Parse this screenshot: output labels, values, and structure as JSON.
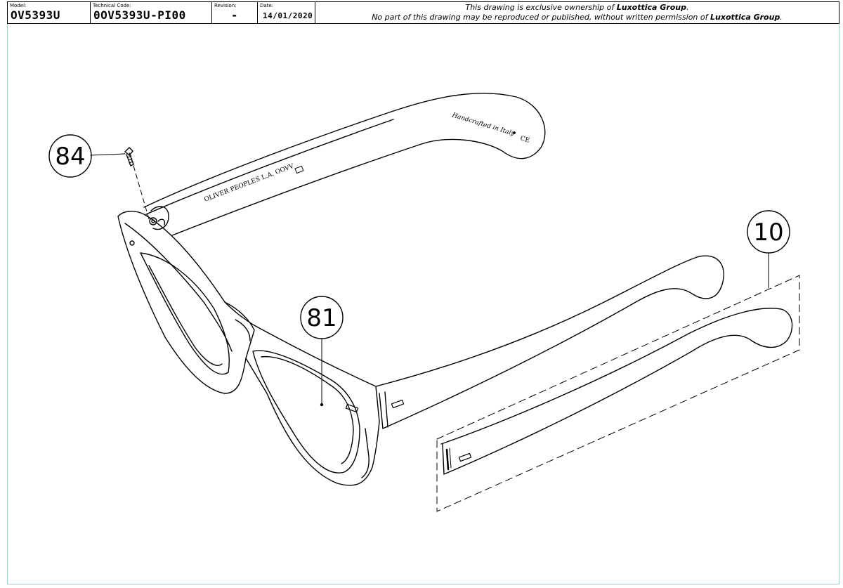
{
  "title_block": {
    "model_label": "Model:",
    "model_value": "OV5393U",
    "technical_code_label": "Technical Code:",
    "technical_code_value": "0OV5393U-PI00",
    "revision_label": "Revision:",
    "revision_value": "-",
    "date_label": "Date:",
    "date_value": "14/01/2020",
    "notice_line1_prefix": "This drawing is exclusive ownership of ",
    "notice_owner": "Luxottica Group",
    "notice_line1_suffix": ".",
    "notice_line2_prefix": "No part of this drawing may be reproduced or published, without written permission of ",
    "notice_line2_suffix": "."
  },
  "callouts": [
    {
      "id": "84"
    },
    {
      "id": "81"
    },
    {
      "id": "10"
    }
  ],
  "engravings": {
    "temple_inner": "OLIVER PEOPLES  L.A.  OOVV",
    "temple_tip": "Handcrafted in Italy",
    "ce_mark": "CE"
  },
  "colors": {
    "line": "#000000",
    "sheet_border": "#8fd3c9",
    "background": "#ffffff"
  }
}
